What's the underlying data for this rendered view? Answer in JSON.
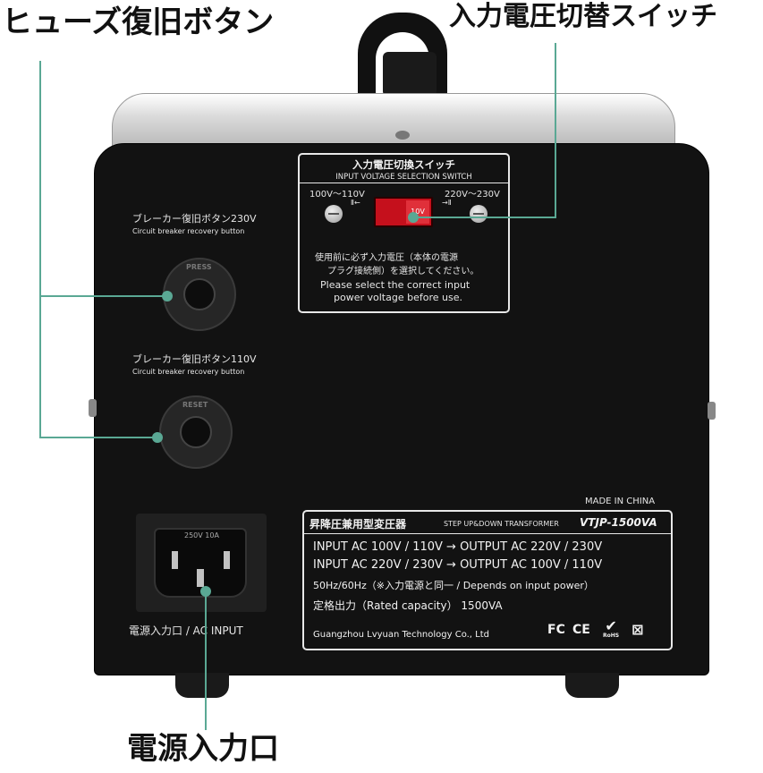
{
  "callouts": {
    "fuse_reset": "ヒューズ復旧ボタン",
    "voltage_switch": "入力電圧切替スイッチ",
    "power_inlet": "電源入力口"
  },
  "switch_panel": {
    "title": "入力電圧切換スイッチ",
    "subtitle": "INPUT VOLTAGE SELECTION SWITCH",
    "left_label": "100V～110V",
    "right_label": "220V～230V",
    "rocker_text": "10V",
    "note_jp_1": "使用前に必ず入力電圧（本体の電源",
    "note_jp_2": "プラグ接続側）を選択してください。",
    "note_en_1": "Please select the correct input",
    "note_en_2": "power voltage before use."
  },
  "breakers": [
    {
      "label_jp": "ブレーカー復旧ボタン230V",
      "label_en": "Circuit breaker recovery button",
      "ring_text": "PRESS"
    },
    {
      "label_jp": "ブレーカー復旧ボタン110V",
      "label_en": "Circuit breaker recovery button",
      "ring_text": "RESET"
    }
  ],
  "inlet": {
    "label": "電源入力口 / AC INPUT",
    "plate_text": "250V 10A"
  },
  "spec_plate": {
    "made_in": "MADE IN CHINA",
    "title_jp": "昇降圧兼用型変圧器",
    "title_en": "STEP UP&DOWN TRANSFORMER",
    "model": "VTJP-1500VA",
    "line1": "INPUT AC 100V / 110V  →  OUTPUT AC 220V / 230V",
    "line2": "INPUT AC 220V / 230V  →  OUTPUT AC 100V / 110V",
    "line3": "50Hz/60Hz（※入力電源と同一 / Depends on input power）",
    "line4": "定格出力（Rated capacity）  1500VA",
    "maker": "Guangzhou Lvyuan Technology Co., Ltd",
    "certs": [
      "FC",
      "CE",
      "RoHS",
      "WEEE"
    ]
  },
  "colors": {
    "leader": "#5aa894",
    "case": "#121212",
    "switch_red": "#c5101c"
  }
}
